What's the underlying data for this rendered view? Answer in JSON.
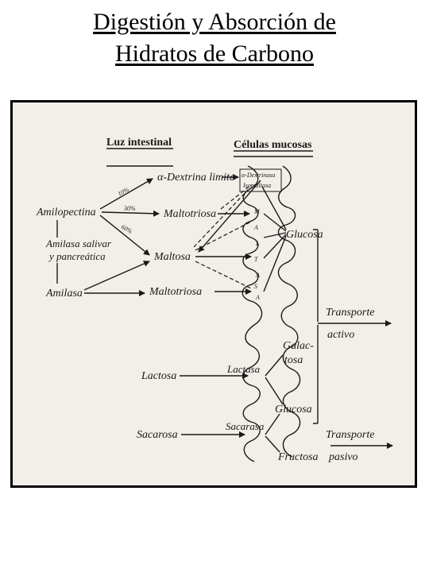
{
  "title": {
    "line1": "Digestión y Absorción de",
    "line2": "Hidratos de Carbono"
  },
  "diagram": {
    "headers": {
      "lumen": "Luz intestinal",
      "mucosa": "Células mucosas"
    },
    "nodes": {
      "amilopectina": "Amilopectina",
      "amilasa_salivar_1": "Amilasa salivar",
      "amilasa_salivar_2": "y pancreática",
      "amilasa": "Amilasa",
      "dextrina": "α-Dextrina limite",
      "maltotriosa_1": "Maltotriosa",
      "maltosa": "Maltosa",
      "maltotriosa_2": "Maltotriosa",
      "glucosa_1": "Glucosa",
      "transporte_activo_1": "Transporte",
      "transporte_activo_2": "activo",
      "galactosa_1": "Galac-",
      "galactosa_2": "tosa",
      "lactosa": "Lactosa",
      "lactasa": "Lactasa",
      "glucosa_2": "Glucosa",
      "sacarosa": "Sacarosa",
      "sacarasa": "Sacarasa",
      "fructosa": "Fructosa",
      "transporte_pasivo_1": "Transporte",
      "transporte_pasivo_2": "pasivo"
    },
    "enzymes": {
      "dextrinasa_1": "α-Dextrinasa",
      "dextrinasa_2": "Isomaltasa"
    },
    "percentages": {
      "p1": "10%",
      "p2": "30%",
      "p3": "60%"
    },
    "membrane_letters": [
      "M",
      "A",
      "L",
      "T",
      "A",
      "S",
      "A"
    ]
  }
}
